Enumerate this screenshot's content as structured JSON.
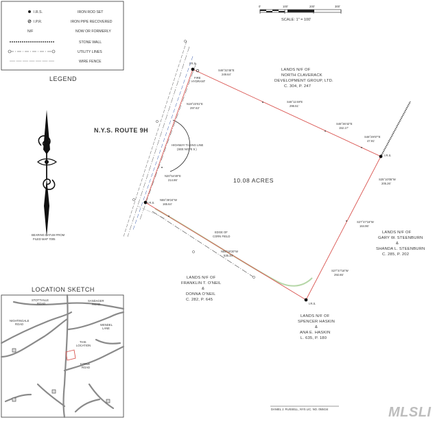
{
  "legend": {
    "title": "LEGEND",
    "items": [
      {
        "symbol": "I.R.S.",
        "label": "IRON ROD SET"
      },
      {
        "symbol": "I.P.R.",
        "label": "IRON PIPE RECOVERED"
      },
      {
        "symbol": "N/F",
        "label": "NOW OR FORMERLY"
      },
      {
        "symbol": "",
        "label": "STONE WALL"
      },
      {
        "symbol": "",
        "label": "UTILITY LINES"
      },
      {
        "symbol": "",
        "label": "WIRE FENCE"
      }
    ]
  },
  "scale": {
    "ticks": [
      "0'",
      "100'",
      "200'",
      "300'"
    ],
    "text": "SCALE: 1\" = 100'"
  },
  "route": "N.Y.S. ROUTE 9H",
  "acreage": "10.08 ACRES",
  "north_note": [
    "BEARING DATUM FROM",
    "FILED MAP 7005"
  ],
  "fire_hydrant": [
    "FIRE",
    "HYDRANT"
  ],
  "highway_taking": [
    "HIGHWAY TAKING LINE",
    "(SEE NOTE 5 )"
  ],
  "corn_field": [
    "EDGE OF",
    "CORN FIELD"
  ],
  "markers": {
    "irs1": "I.R.S.",
    "irs2": "I.R.S.",
    "irs3": "I.R.S.",
    "irs4": "I.R.S."
  },
  "bearings": {
    "top1": [
      "S46°32'45\"E",
      "249.64'"
    ],
    "top2": [
      "S46°11'49\"E",
      "296.51'"
    ],
    "top3": [
      "S46°36'42\"E",
      "152.17'"
    ],
    "top4": [
      "S46°29'07\"E",
      "47.91'"
    ],
    "west1": [
      "N19°23'01\"E",
      "297.63'"
    ],
    "west2": [
      "N20°54'49\"E",
      "214.86'"
    ],
    "east1": [
      "S25°10'05\"W",
      "205.26'"
    ],
    "east2": [
      "S27°47'16\"W",
      "164.96'"
    ],
    "east3": [
      "S27°47'16\"W",
      "292.65'"
    ],
    "south1": [
      "N55°39'24\"W",
      "165.64'"
    ],
    "south2": [
      "N55°18'20\"W",
      "535.34'"
    ]
  },
  "neighbors": {
    "north": [
      "LANDS N/F OF",
      "NORTH CLAVERACK",
      "DEVELOPMENT GROUP, LTD.",
      "C. 304, P. 247"
    ],
    "east": [
      "LANDS N/F OF",
      "GARY W. STEENBURN",
      "&",
      "SHANDA L. STEENBURN",
      "C. 285, P. 202"
    ],
    "southwest": [
      "LANDS N/F OF",
      "FRANKLIN T. O'NEIL",
      "&",
      "DONNA O'NEIL",
      "C. 282, P. 645"
    ],
    "south": [
      "LANDS N/F OF",
      "SPENCER HASKIN",
      "&",
      "ANA E. HASKIN",
      "L. 635, P. 180"
    ]
  },
  "location_sketch": {
    "title": "LOCATION SKETCH",
    "roads": [
      "STOTTVILLE ROAD",
      "SANDAGER ROAD",
      "NIGHTINGALE ROAD",
      "WENDEL LANE",
      "KITTLE ROAD"
    ],
    "this_location": [
      "THIS",
      "LOCATION"
    ]
  },
  "surveyor": "DANIEL J. RUSSELL, NYS LIC. NO. 050434",
  "watermark": "MLSLI"
}
